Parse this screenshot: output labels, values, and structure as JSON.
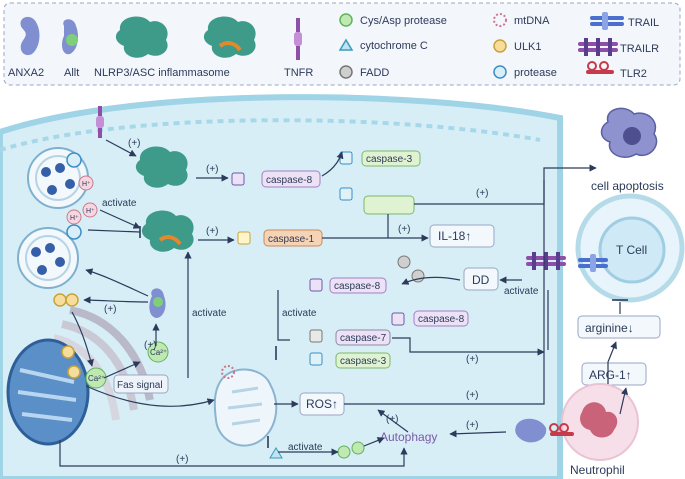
{
  "legend": {
    "annexin": "ANXA2",
    "allt": "Allt",
    "inflammasome": "NLRP3/ASC inflammasome",
    "tnfr": "TNFR",
    "cys_asp": "Cys/Asp protease",
    "cytochrome": "cytochrome C",
    "fadd": "FADD",
    "mtdna": "mtDNA",
    "ulk1": "ULK1",
    "protease": "protease",
    "trail": "TRAIL",
    "trailr": "TRAILR",
    "tlr2": "TLR2"
  },
  "nodes": {
    "caspase8_top": "caspase-8",
    "caspase3_top": "caspase-3",
    "caspase1": "caspase-1",
    "il18": "IL-18↑",
    "caspase8_mid": "caspase-8",
    "caspase8_low": "caspase-8",
    "caspase7": "caspase-7",
    "caspase3_low": "caspase-3",
    "dd": "DD",
    "ros": "ROS↑",
    "autophagy": "Autophagy",
    "cell_apoptosis": "cell apoptosis",
    "t_cell": "T Cell",
    "arginine": "arginine↓",
    "arg1": "ARG-1↑",
    "neutrophil": "Neutrophil",
    "fas_signal": "Fas signal",
    "ca_left": "Ca²⁺",
    "ca_right": "Ca²⁺",
    "h1": "H⁺",
    "h2": "H⁺",
    "h3": "H⁺"
  },
  "edge_labels": {
    "plus": "(+)",
    "activate": "activate"
  },
  "colors": {
    "cell_fill": "#d7eef6",
    "cell_border": "#9fd3e6",
    "text": "#2d3b5a",
    "caspase_purple": "#ece1f5",
    "caspase_green": "#dff2d2",
    "caspase_orange": "#f6d3b4",
    "inflammasome": "#3e9b8a",
    "receptor": "#4a6fcf"
  }
}
